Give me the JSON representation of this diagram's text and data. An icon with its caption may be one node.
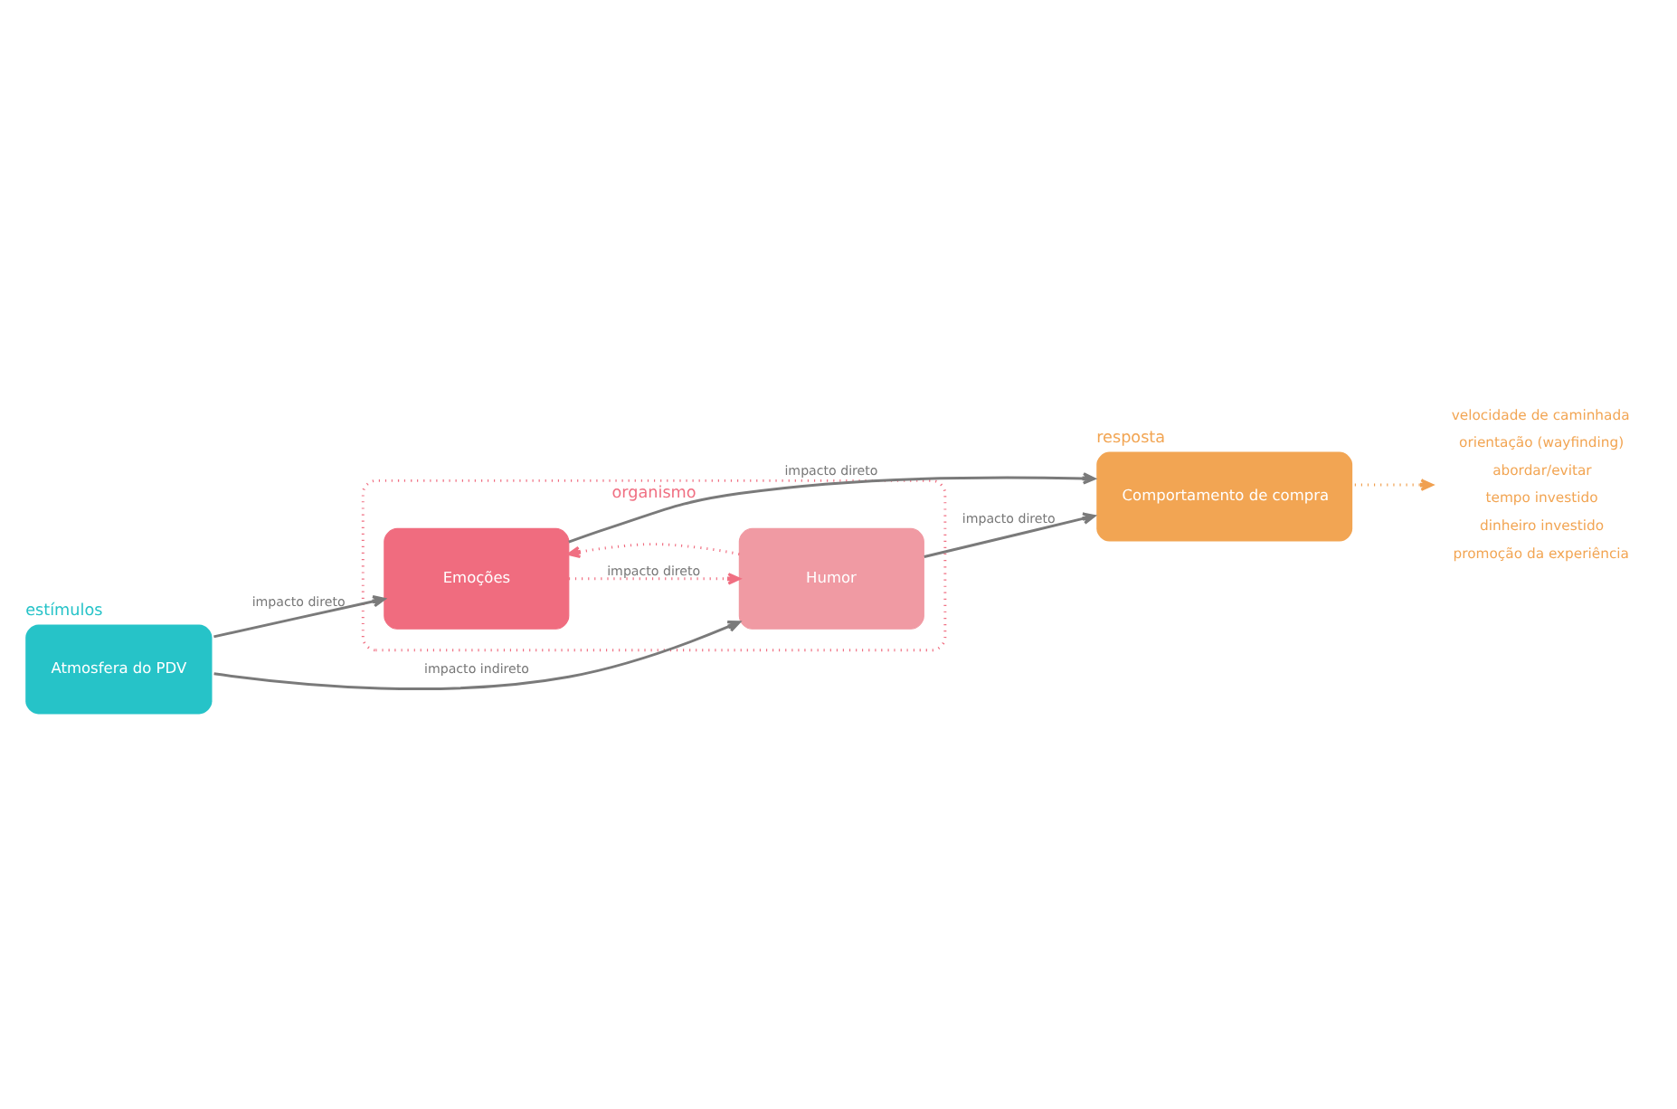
{
  "diagram": {
    "nodes": [
      {
        "text": [
          "organismo"
        ]
      },
      {
        "text": [
          "Emoções"
        ],
        "in": 0
      },
      {
        "text": [
          "Humor"
        ],
        "in": 0
      },
      {
        "text": [
          "estímulos",
          "Atmosfera do PDV"
        ]
      },
      {
        "text": [
          "resposta",
          "Comportamento de compra"
        ]
      },
      {
        "text": [
          "velocidade de caminhada",
          "orientação (wayfinding)",
          "abordar/evitar",
          "tempo investido",
          "dinheiro investido",
          "promoção da experiência"
        ]
      }
    ],
    "edges": [
      {
        "from": 3,
        "to": 1,
        "arrow": "to",
        "label": "impacto direto"
      },
      {
        "from": 3,
        "to": 2,
        "arrow": "to",
        "label": "impacto indireto"
      },
      {
        "from": 1,
        "to": 4,
        "arrow": "to",
        "label": "impacto direto"
      },
      {
        "from": 2,
        "to": 4,
        "arrow": "to",
        "label": "impacto direto"
      },
      {
        "from": 1,
        "to": 2,
        "arrow": "to",
        "label": "impacto direto",
        "style": "dashed",
        "color": "#f06f82"
      },
      {
        "from": 2,
        "to": 1,
        "arrow": "to",
        "style": "dashed",
        "color": "#f06f82"
      },
      {
        "from": 4,
        "to": 5,
        "arrow": "to",
        "style": "dashed",
        "color": "#f0a050"
      }
    ]
  }
}
